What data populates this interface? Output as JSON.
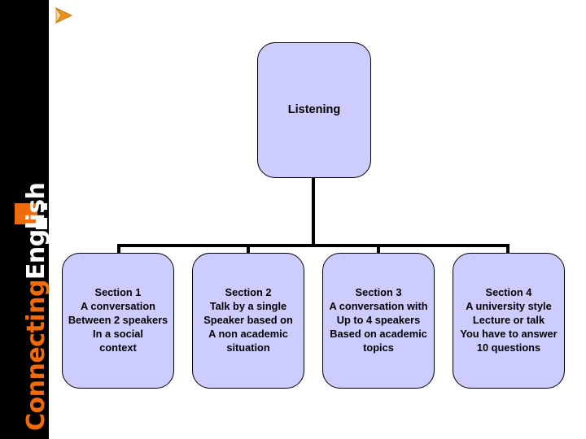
{
  "sidebar": {
    "brand_part1": "Connecting",
    "brand_part2": "English",
    "logo_icon": "orange-square-logo-icon"
  },
  "bullet": {
    "icon": "arrow-bullet-icon",
    "color": "#F26B0A"
  },
  "colors": {
    "node_fill": "#CCCCFF",
    "node_border": "#000000",
    "sidebar_bg": "#000000",
    "brand_orange": "#F26B0A",
    "brand_white": "#FFFFFF",
    "canvas_bg": "#FFFFFF"
  },
  "diagram": {
    "type": "org-chart",
    "root": {
      "label": "Listening"
    },
    "children": [
      {
        "id": "section-1",
        "lines": [
          "Section 1",
          "A conversation",
          "Between 2 speakers",
          "In a social",
          "context"
        ]
      },
      {
        "id": "section-2",
        "lines": [
          "Section 2",
          "Talk by a single",
          "Speaker based on",
          "A non academic",
          "situation"
        ]
      },
      {
        "id": "section-3",
        "lines": [
          "Section 3",
          "A conversation with",
          "Up to 4 speakers",
          "Based on academic",
          "topics"
        ]
      },
      {
        "id": "section-4",
        "lines": [
          "Section 4",
          "A university style",
          "Lecture or talk",
          "You have to answer",
          "10 questions"
        ]
      }
    ]
  }
}
